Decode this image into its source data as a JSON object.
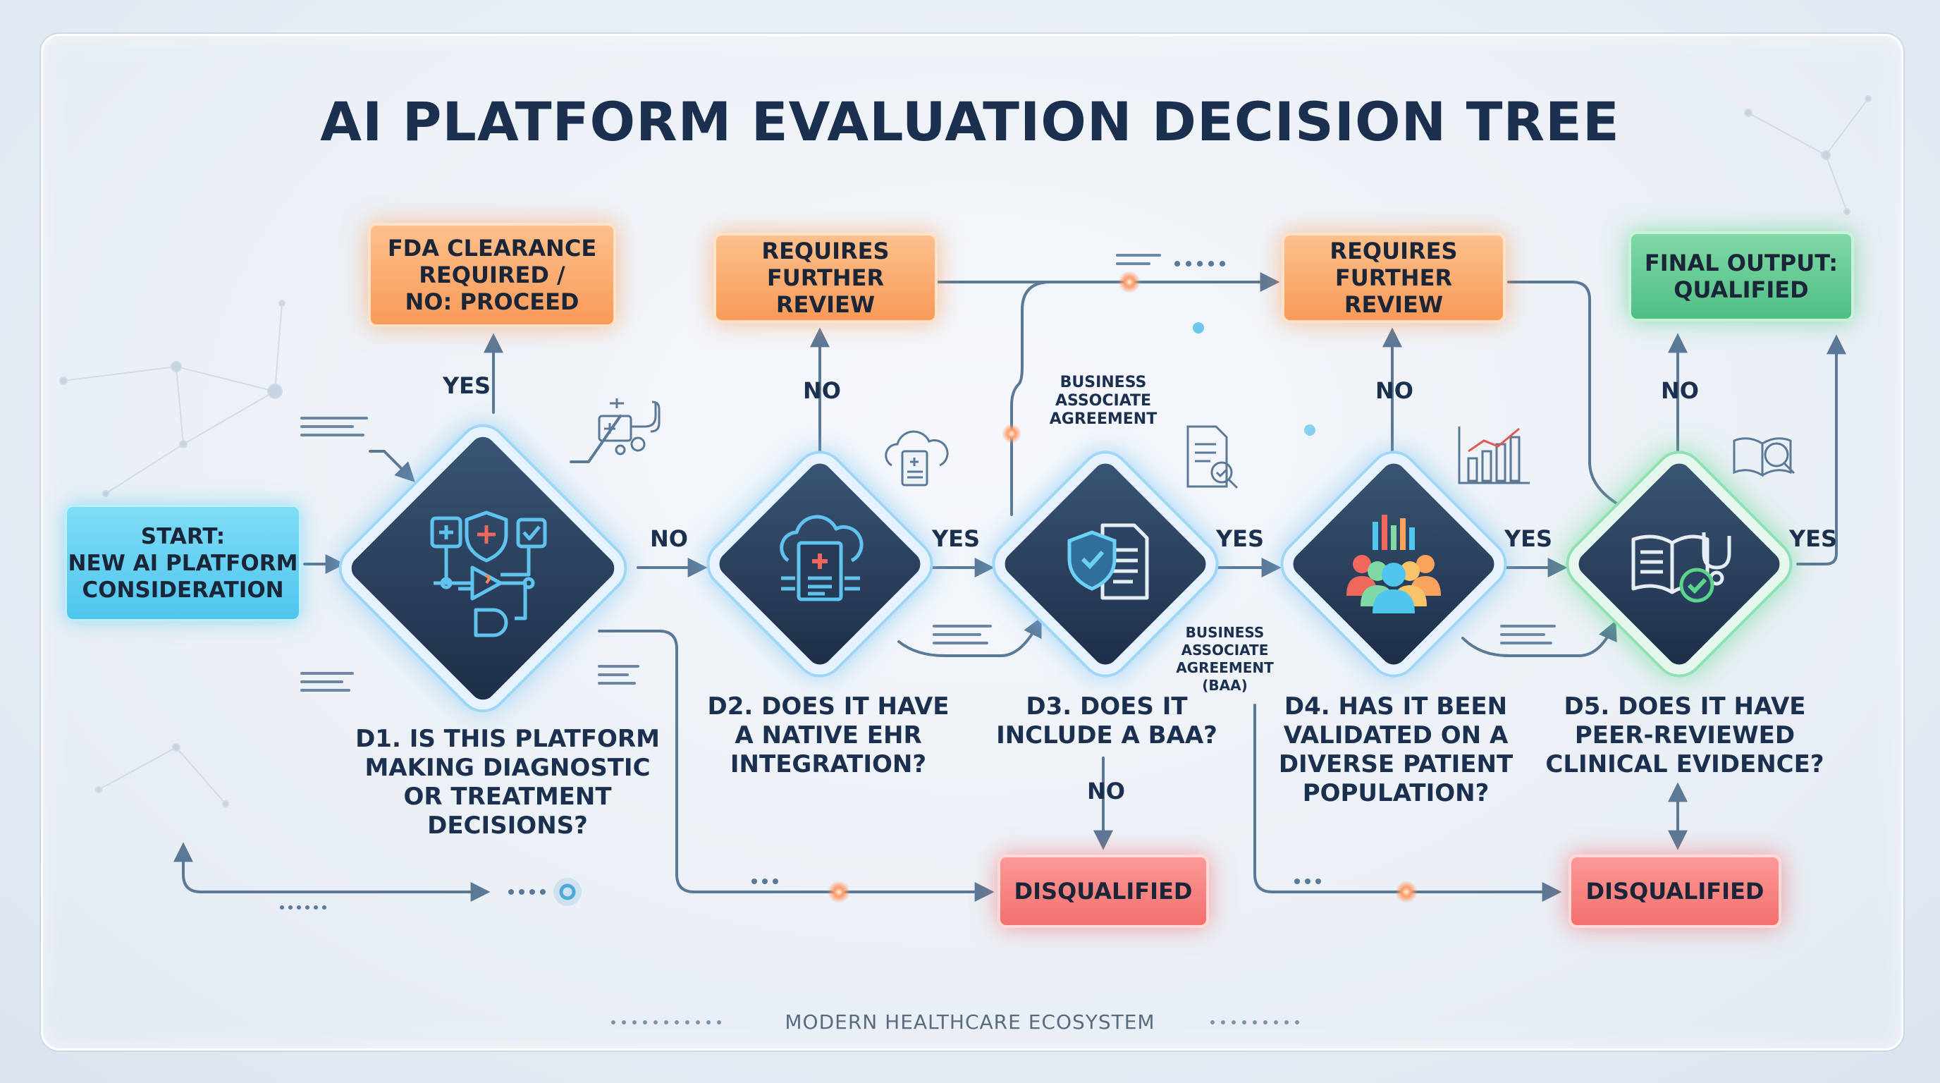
{
  "title": "AI PLATFORM EVALUATION DECISION TREE",
  "start": "START:\nNEW AI PLATFORM\nCONSIDERATION",
  "outcomes": {
    "fda": "FDA CLEARANCE\nREQUIRED /\nNO: PROCEED",
    "review1": "REQUIRES\nFURTHER REVIEW",
    "review2": "REQUIRES\nFURTHER REVIEW",
    "qualified": "FINAL OUTPUT:\nQUALIFIED",
    "disq1": "DISQUALIFIED",
    "disq2": "DISQUALIFIED"
  },
  "questions": {
    "d1": "D1. IS THIS PLATFORM\nMAKING DIAGNOSTIC\nOR TREATMENT\nDECISIONS?",
    "d2": "D2. DOES IT HAVE\nA NATIVE EHR\nINTEGRATION?",
    "d3": "D3. DOES IT\nINCLUDE A BAA?",
    "d4": "D4. HAS IT BEEN\nVALIDATED ON A\nDIVERSE PATIENT\nPOPULATION?",
    "d5": "D5. DOES IT HAVE\nPEER-REVIEWED\nCLINICAL EVIDENCE?"
  },
  "labels": {
    "yes1": "YES",
    "no1": "NO",
    "no2": "NO",
    "yes2": "YES",
    "yes3": "YES",
    "no3": "NO",
    "no4": "NO",
    "yes4": "YES",
    "no5": "NO",
    "yes5": "YES"
  },
  "notes": {
    "baa_top": "BUSINESS\nASSOCIATE\nAGREEMENT",
    "baa_bottom": "BUSINESS\nASSOCIATE\nAGREEMENT\n(BAA)"
  },
  "footer": "MODERN HEALTHCARE ECOSYSTEM",
  "colors": {
    "start": "#4ec6ee",
    "review": "#f99a58",
    "qualified": "#4fbf84",
    "disqualified": "#f36f6d",
    "diamond": "#1c2e47",
    "connector": "#5b7896",
    "title": "#1b2f4f"
  },
  "icons": [
    "medical-logic-icon",
    "cloud-document-icon",
    "shield-document-icon",
    "patient-population-icon",
    "clinical-evidence-icon"
  ]
}
